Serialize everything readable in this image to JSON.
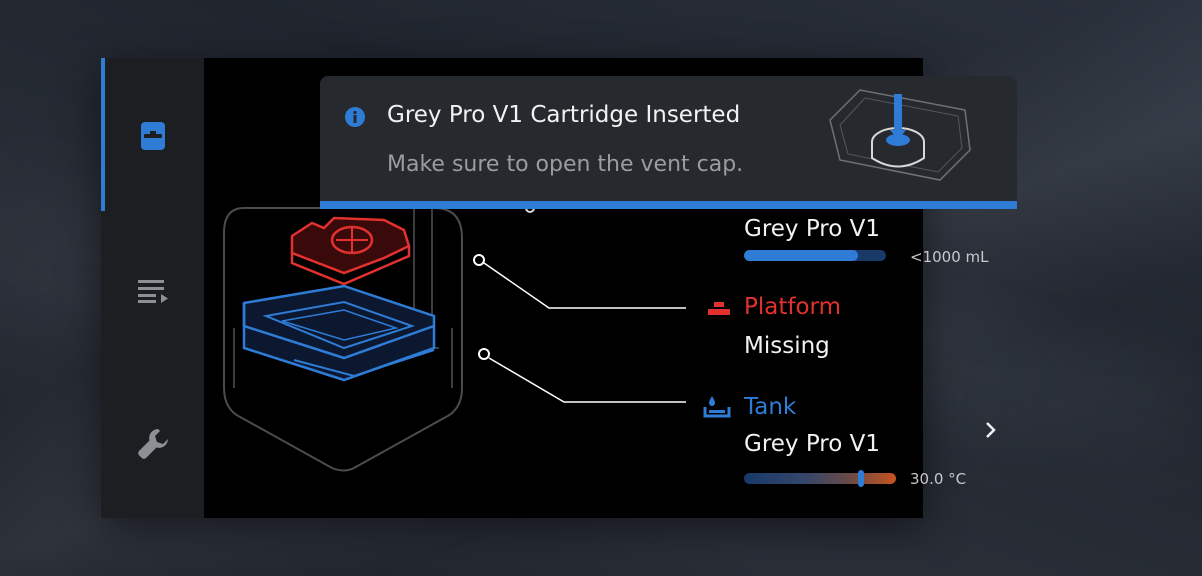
{
  "notification": {
    "title": "Grey Pro V1 Cartridge Inserted",
    "message": "Make sure to open the vent cap."
  },
  "sidebar": {
    "items": [
      {
        "name": "printer",
        "icon": "printer-icon",
        "active": true
      },
      {
        "name": "queue",
        "icon": "queue-list-icon",
        "active": false
      },
      {
        "name": "tools",
        "icon": "wrench-icon",
        "active": false
      }
    ]
  },
  "cartridge": {
    "name": "Grey Pro V1",
    "volume": "<1000 mL",
    "fill_fraction": 0.8
  },
  "platform": {
    "label": "Platform",
    "status": "Missing"
  },
  "tank": {
    "label": "Tank",
    "name": "Grey Pro V1",
    "temperature": "30.0 °C",
    "temperature_fraction": 0.77
  },
  "colors": {
    "accent": "#2e7cd6",
    "error": "#e2312e",
    "heat": "#c7531e"
  }
}
